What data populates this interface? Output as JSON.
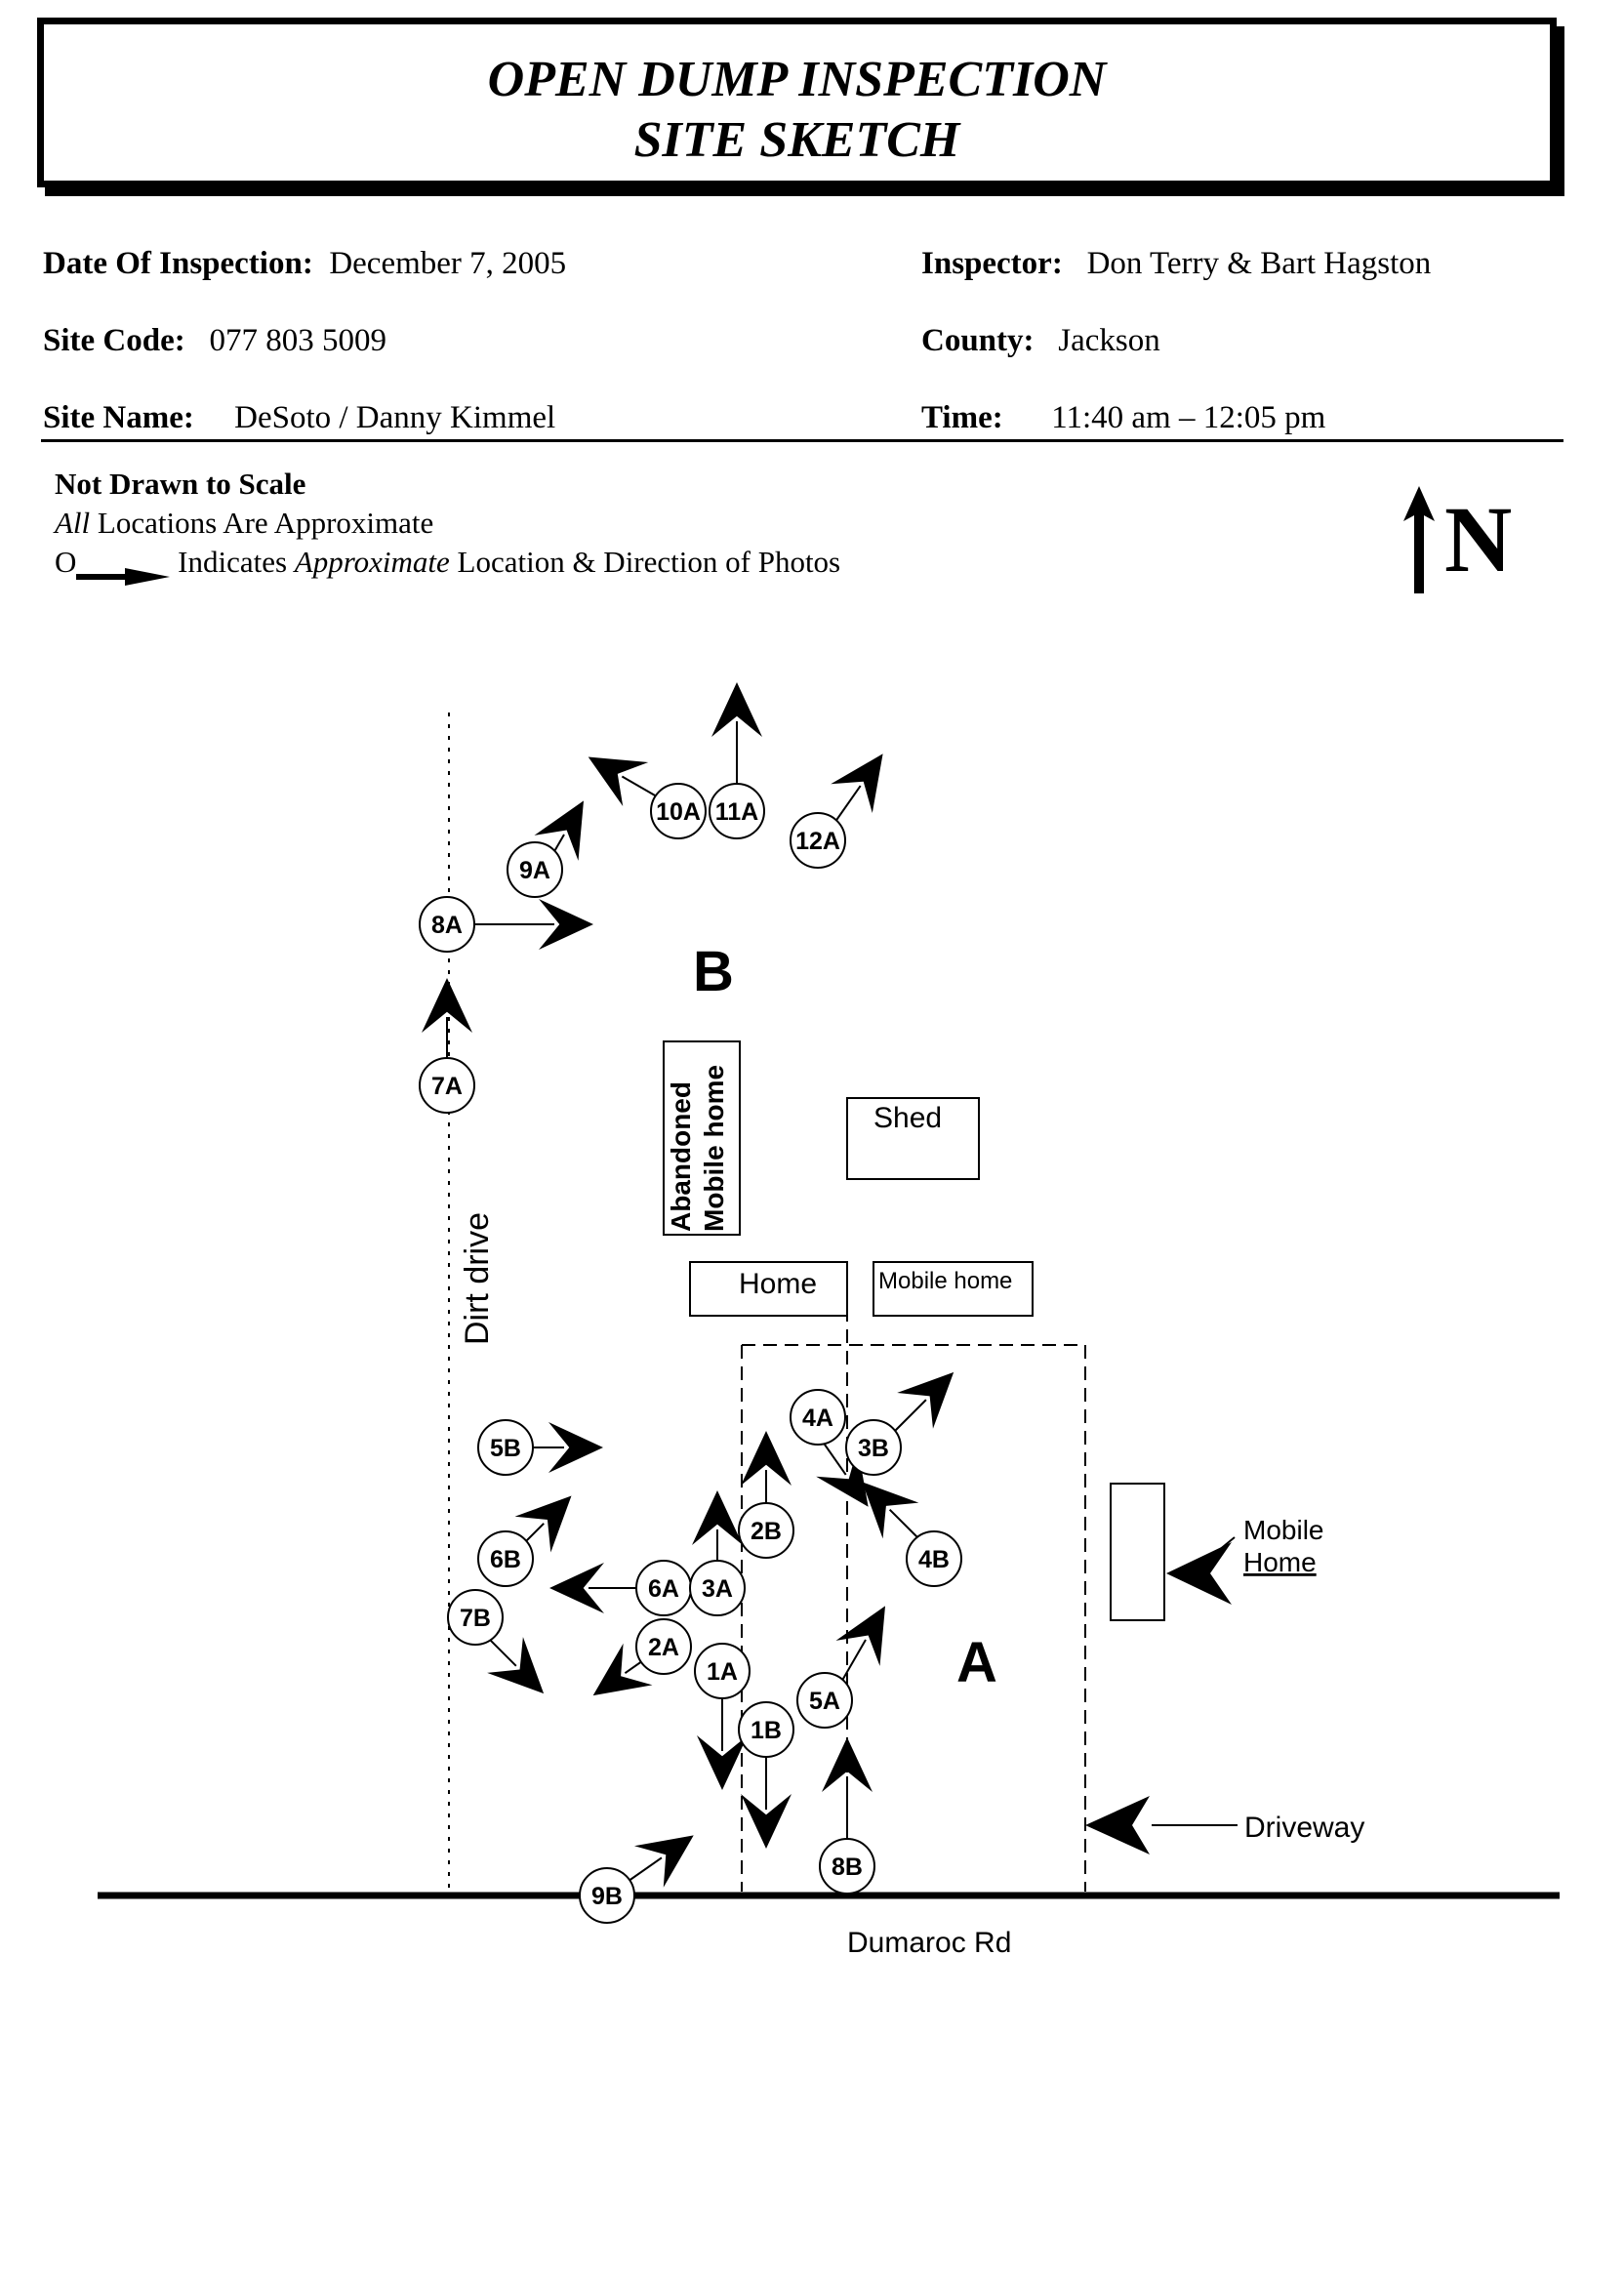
{
  "title": {
    "line1": "OPEN DUMP INSPECTION",
    "line2": "SITE SKETCH"
  },
  "fields": {
    "date_label": "Date Of Inspection:",
    "date_value": "December 7, 2005",
    "inspector_label": "Inspector:",
    "inspector_value": "Don Terry & Bart Hagston",
    "site_code_label": "Site Code:",
    "site_code_value": "077 803 5009",
    "county_label": "County:",
    "county_value": "Jackson",
    "site_name_label": "Site Name:",
    "site_name_value": "DeSoto / Danny Kimmel",
    "time_label": "Time:",
    "time_value": "11:40 am – 12:05 pm"
  },
  "notes": {
    "line1": "Not Drawn to Scale",
    "line2_italic": "All",
    "line2_rest": " Locations Are Approximate",
    "line3_marker": "O",
    "line3_pre": " Indicates ",
    "line3_italic": "Approximate",
    "line3_post": " Location & Direction of Photos"
  },
  "north": "N",
  "sketch": {
    "area_a": "A",
    "area_b": "B",
    "buildings": {
      "abandoned_line1": "Abandoned",
      "abandoned_line2": "Mobile home",
      "shed": "Shed",
      "home": "Home",
      "mobile_home_small": "Mobile home",
      "mobile_home_east_line1": "Mobile",
      "mobile_home_east_line2": "Home"
    },
    "dirt_drive": "Dirt drive",
    "driveway": "Driveway",
    "road": "Dumaroc Rd",
    "photo_points": [
      "10A",
      "11A",
      "12A",
      "9A",
      "8A",
      "7A",
      "5B",
      "4A",
      "3B",
      "2B",
      "4B",
      "6B",
      "6A",
      "3A",
      "7B",
      "2A",
      "1A",
      "5A",
      "1B",
      "9B",
      "8B"
    ]
  }
}
